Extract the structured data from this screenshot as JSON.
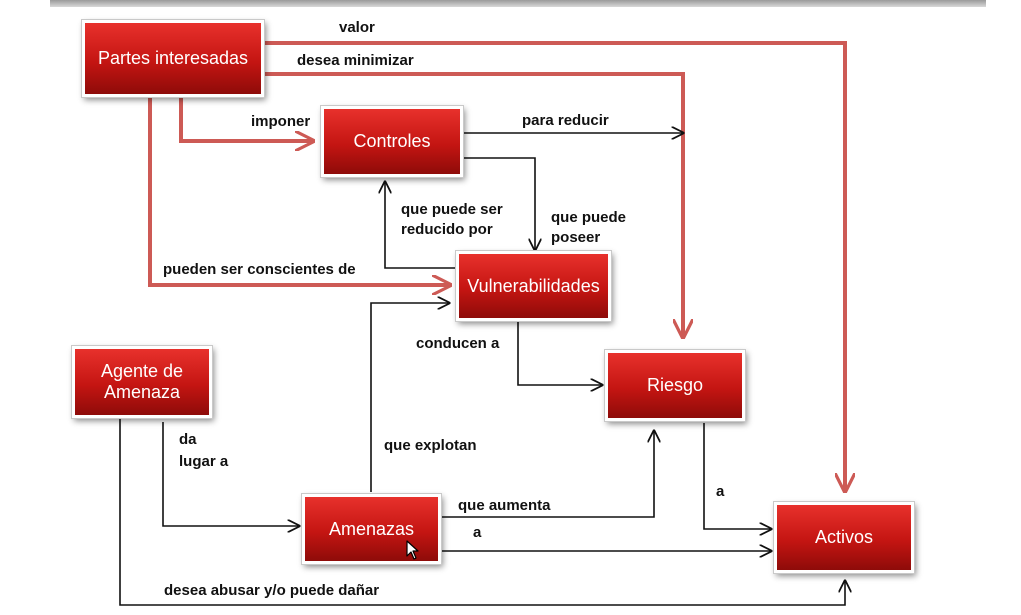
{
  "nodes": {
    "stakeholders": "Partes interesadas",
    "controls": "Controles",
    "vulnerabilities": "Vulnerabilidades",
    "threat_agent": "Agente de\nAmenaza",
    "risk": "Riesgo",
    "threats": "Amenazas",
    "assets": "Activos"
  },
  "edges": {
    "value": "valor",
    "wish_minimize": "desea minimizar",
    "impose": "imponer",
    "to_reduce": "para reducir",
    "may_be_reduced_by_1": "que puede ser",
    "may_be_reduced_by_2": "reducido por",
    "may_possess_1": "que puede",
    "may_possess_2": "poseer",
    "may_be_aware_of": "pueden ser conscientes de",
    "lead_to": "conducen a",
    "give_rise_to_1": "da",
    "give_rise_to_2": "lugar a",
    "exploit": "que explotan",
    "increase": "que aumenta",
    "to_assets_threats": "a",
    "to_assets_risk": "a",
    "wish_abuse": "desea abusar y/o puede dañar"
  },
  "colors": {
    "node_fill": "#c41512",
    "relation_red": "#cd5a55",
    "relation_black": "#111111"
  }
}
